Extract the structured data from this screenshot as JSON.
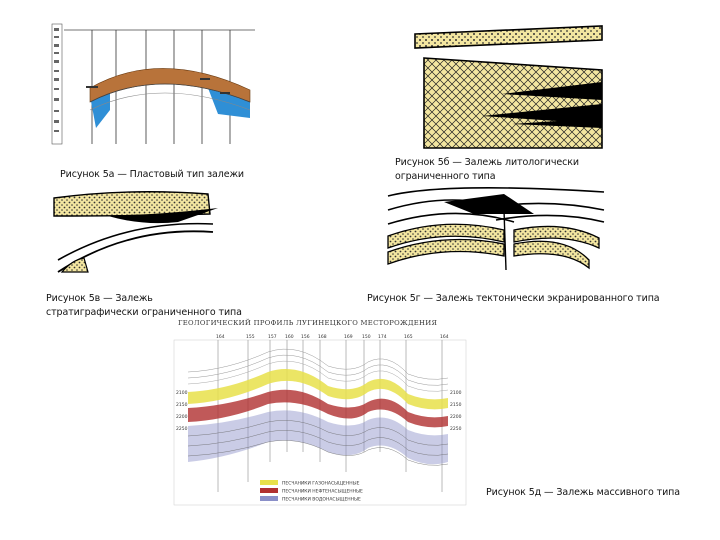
{
  "captions": {
    "fig_5a": "Рисунок 5а — Пластовый тип залежи",
    "fig_5b": "Рисунок 5б — Залежь литологически ограниченного типа",
    "fig_5v": "Рисунок 5в — Залежь стратиграфически ограниченного типа",
    "fig_5g": "Рисунок 5г — Залежь тектонически экранированного типа",
    "fig_5d": "Рисунок 5д — Залежь массивного типа"
  },
  "profile": {
    "title": "ГЕОЛОГИЧЕСКИЙ ПРОФИЛЬ ЛУГИНЕЦКОГО МЕСТОРОЖДЕНИЯ",
    "wells": [
      "164",
      "155",
      "157",
      "160",
      "156",
      "168",
      "169",
      "150",
      "174",
      "165",
      "164"
    ],
    "left_labels": [
      "2100",
      "2150",
      "2200",
      "2250"
    ],
    "right_labels": [
      "2100",
      "2150",
      "2200",
      "2250"
    ],
    "legend": [
      {
        "label": "ПЕСЧАНИКИ ГАЗОНАСЫЩЕННЫЕ",
        "color": "#e8e04a"
      },
      {
        "label": "ПЕСЧАНИКИ НЕФТЕНАСЫЩЕННЫЕ",
        "color": "#b03030"
      },
      {
        "label": "ПЕСЧАНИКИ ВОДОНАСЫЩЕННЫЕ",
        "color": "#8a8fc8"
      }
    ]
  },
  "colors": {
    "hatch_fill": "#f3e6a0",
    "oil_brown": "#b8733a",
    "water_blue": "#2f8fd6",
    "black": "#000000"
  }
}
